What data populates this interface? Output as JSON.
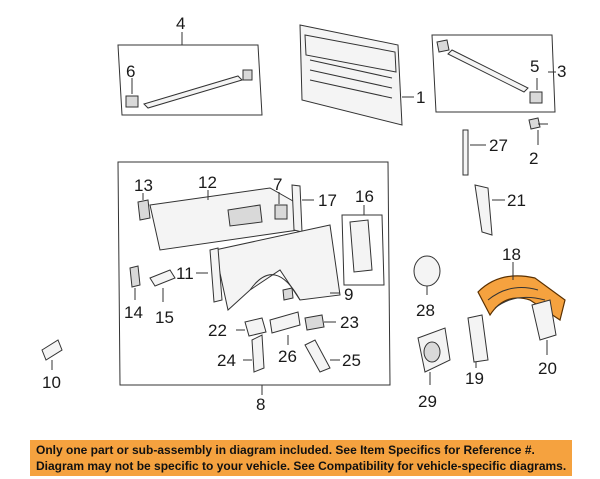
{
  "diagram": {
    "callouts": {
      "c1": "1",
      "c2": "2",
      "c3": "3",
      "c4": "4",
      "c5": "5",
      "c6": "6",
      "c7": "7",
      "c8": "8",
      "c9": "9",
      "c10": "10",
      "c11": "11",
      "c12": "12",
      "c13": "13",
      "c14": "14",
      "c15": "15",
      "c16": "16",
      "c17": "17",
      "c18": "18",
      "c19": "19",
      "c20": "20",
      "c21": "21",
      "c22": "22",
      "c23": "23",
      "c24": "24",
      "c25": "25",
      "c26": "26",
      "c27": "27",
      "c28": "28",
      "c29": "29"
    },
    "highlight_color": "#f5a23f"
  },
  "notice": {
    "line1": "Only one part or sub-assembly in diagram included. See Item Specifics for Reference #.",
    "line2": "Diagram may not be specific to your vehicle. See Compatibility for vehicle-specific diagrams."
  }
}
